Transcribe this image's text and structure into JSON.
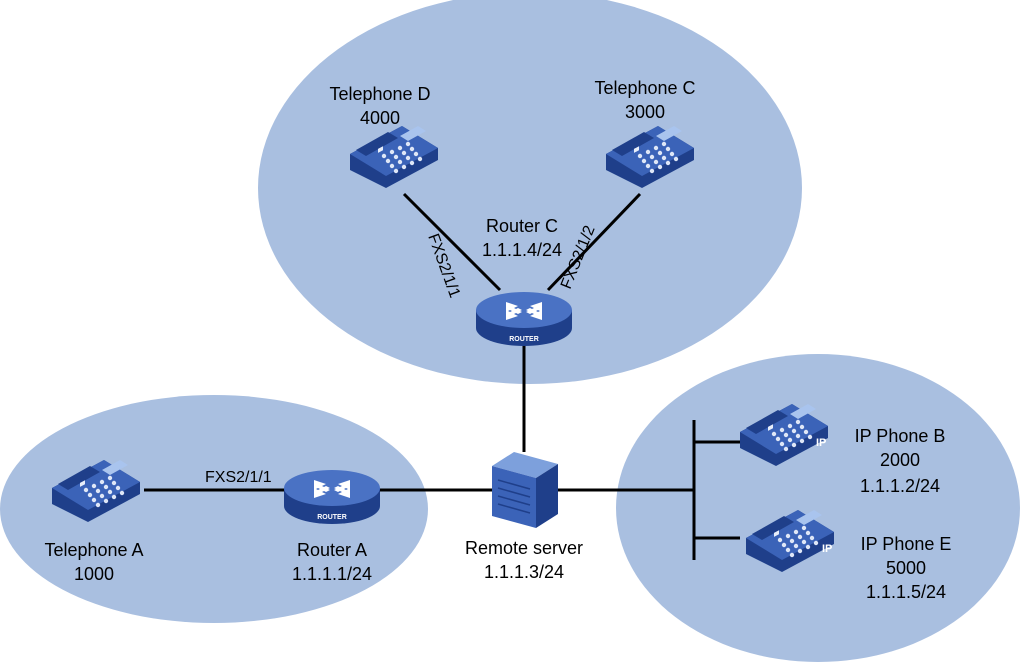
{
  "colors": {
    "zone": "#a9bfe0",
    "device_dark": "#1f3f8a",
    "device_mid": "#3b63b8",
    "device_light": "#7da0dc",
    "line": "#000000"
  },
  "router_badge": "ROUTER",
  "ip_badge": "IP",
  "telephone_d": {
    "name": "Telephone D",
    "number": "4000"
  },
  "telephone_c": {
    "name": "Telephone C",
    "number": "3000"
  },
  "router_c": {
    "name": "Router C",
    "ip": "1.1.1.4/24",
    "port_left": "FXS2/1/1",
    "port_right": "FXS2/1/2"
  },
  "telephone_a": {
    "name": "Telephone A",
    "number": "1000"
  },
  "router_a": {
    "name": "Router A",
    "ip": "1.1.1.1/24",
    "port": "FXS2/1/1"
  },
  "remote_server": {
    "name": "Remote server",
    "ip": "1.1.1.3/24"
  },
  "ip_phone_b": {
    "name": "IP Phone B",
    "number": "2000",
    "ip": "1.1.1.2/24"
  },
  "ip_phone_e": {
    "name": "IP Phone E",
    "number": "5000",
    "ip": "1.1.1.5/24"
  }
}
